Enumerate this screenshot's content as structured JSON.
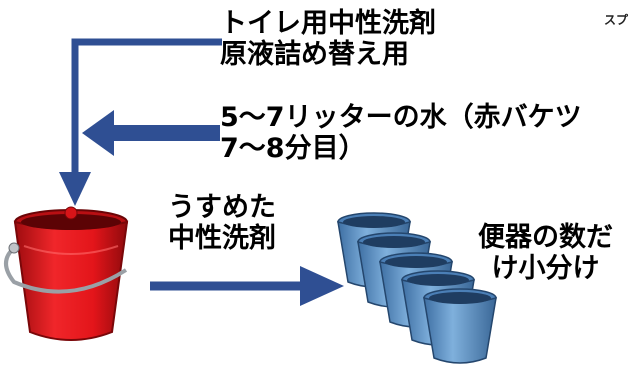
{
  "labels": {
    "corner": "スプ",
    "detergent_line1": "トイレ用中性洗剤",
    "detergent_line2": "原液詰め替え用",
    "water_line1": "5～7リッターの水（赤バケツ",
    "water_line2": "7～8分目）",
    "diluted_line1": "うすめた",
    "diluted_line2": "中性洗剤",
    "portion_line1": "便器の数だ",
    "portion_line2": "け小分け"
  },
  "colors": {
    "arrow": "#2f4f93",
    "red_bucket": "#e3151a",
    "blue_bucket": "#5b8fc4",
    "text": "#000000"
  },
  "icons": {
    "red_bucket": "bucket-icon",
    "blue_buckets": "bucket-icon"
  }
}
